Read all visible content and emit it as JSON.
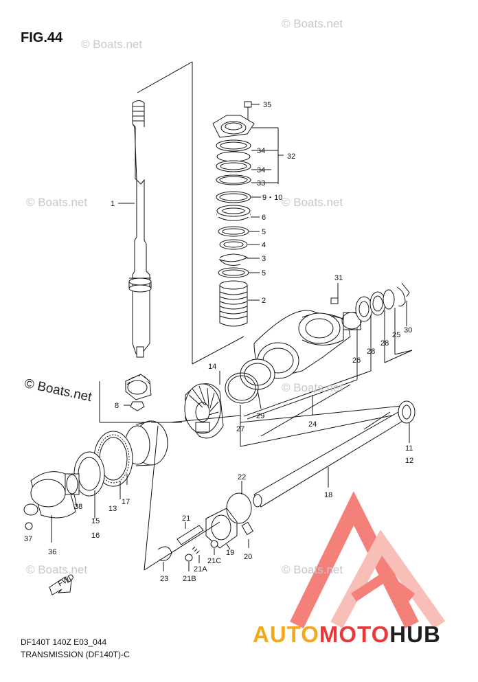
{
  "figure": {
    "title": "FIG.44"
  },
  "watermark": {
    "text": "© Boats.net"
  },
  "footer": {
    "code": "DF140T 140Z E03_044",
    "caption": "TRANSMISSION (DF140T)-C"
  },
  "brand": {
    "part1": "AUTO",
    "part2": "MOTO",
    "part3": "HUB",
    "color_orange": "#f2a91e",
    "color_red": "#e8383a"
  },
  "fwd_label": "FWD",
  "callouts": {
    "c35": "35",
    "c34a": "34",
    "c32": "32",
    "c34b": "34",
    "c33": "33",
    "c910": "9・10",
    "c6": "6",
    "c5a": "5",
    "c4": "4",
    "c3": "3",
    "c5b": "5",
    "c2": "2",
    "c1": "1",
    "c31": "31",
    "c14": "14",
    "c8": "8",
    "c29": "29",
    "c27": "27",
    "c24": "24",
    "c26": "26",
    "c28a": "28",
    "c28b": "28",
    "c25": "25",
    "c30": "30",
    "c11": "11",
    "c12": "12",
    "c22": "22",
    "c18": "18",
    "c38": "38",
    "c15": "15",
    "c16": "16",
    "c13": "13",
    "c17": "17",
    "c37": "37",
    "c36": "36",
    "c21": "21",
    "c21c": "21C",
    "c21a": "21A",
    "c21b": "21B",
    "c23": "23",
    "c19": "19",
    "c20": "20"
  }
}
